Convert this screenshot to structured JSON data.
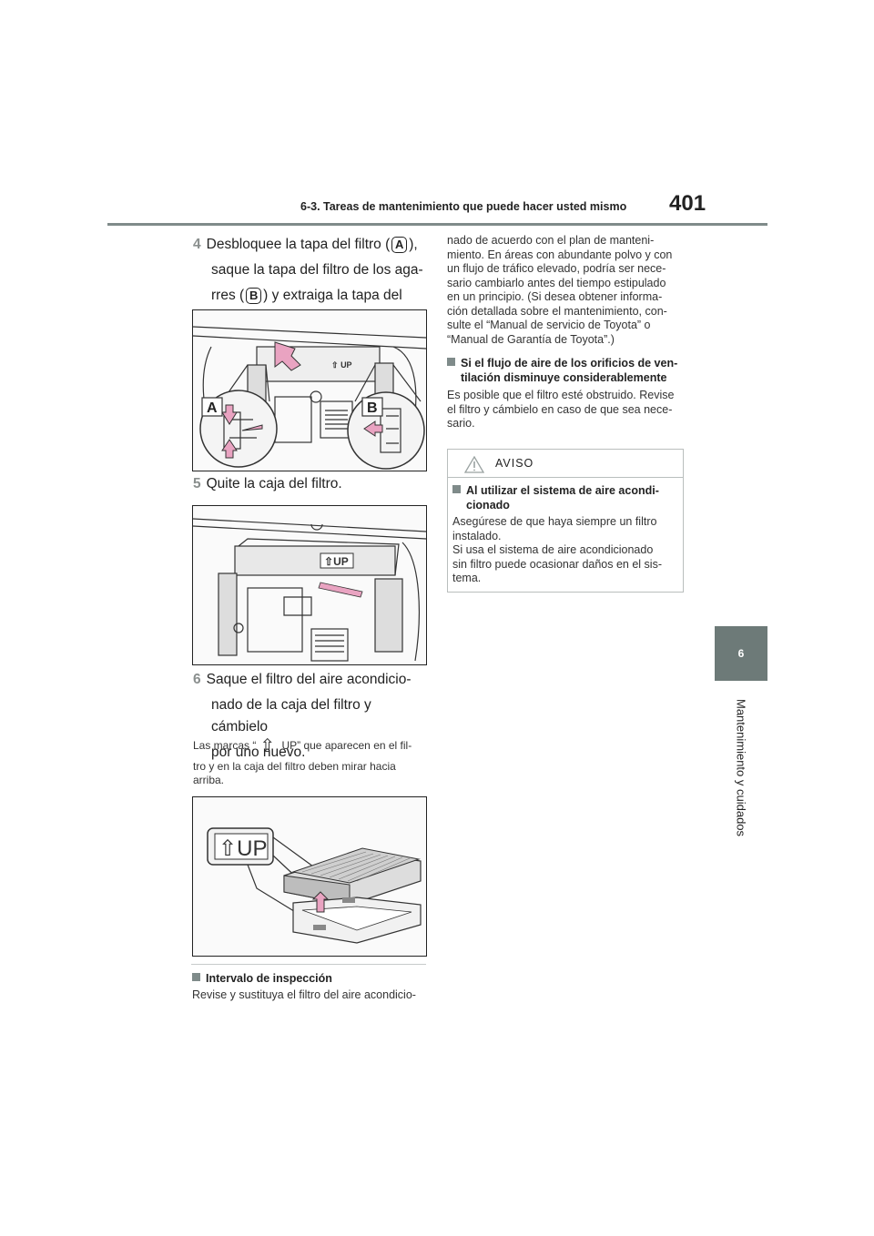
{
  "header": {
    "title": "6-3. Tareas de mantenimiento que puede hacer usted mismo",
    "page_number": "401"
  },
  "side_tab": {
    "number": "6",
    "label": "Mantenimiento y cuidados"
  },
  "left_column": {
    "step4": {
      "num": "4",
      "line1_a": "Desbloquee la tapa del filtro (",
      "label_a": "A",
      "line1_b": "),",
      "line2": "saque la tapa del filtro de los aga-",
      "line3_a": "rres (",
      "label_b": "B",
      "line3_b": ") y extraiga la tapa del filtro."
    },
    "figure1": {
      "label_a": "A",
      "label_b": "B",
      "up_text": "UP",
      "up_arrow": "⇧"
    },
    "step5": {
      "num": "5",
      "text": "Quite la caja del filtro."
    },
    "figure2": {
      "up_text": "UP",
      "up_arrow": "⇧"
    },
    "step6": {
      "num": "6",
      "line1": "Saque el filtro del aire acondicio-",
      "line2": "nado de la caja del filtro y cámbielo",
      "line3": "por uno nuevo."
    },
    "note": {
      "line1_a": "Las marcas “",
      "arrow": "⇧",
      "line1_b": " UP” que aparecen en el fil-",
      "line2": "tro y en la caja del filtro deben mirar hacia",
      "line3": "arriba."
    },
    "figure3": {
      "up_text": "UP",
      "up_arrow": "⇧"
    },
    "inspection": {
      "heading": "Intervalo de inspección",
      "text": "Revise y sustituya el filtro del aire acondicio-"
    }
  },
  "right_column": {
    "continuation": [
      "nado de acuerdo con el plan de manteni-",
      "miento. En áreas con abundante polvo y con",
      "un flujo de tráfico elevado, podría ser nece-",
      "sario cambiarlo antes del tiempo estipulado",
      "en un principio. (Si desea obtener informa-",
      "ción detallada sobre el mantenimiento, con-",
      "sulte el “Manual de servicio de Toyota” o",
      "“Manual de Garantía de Toyota”.)"
    ],
    "airflow": {
      "heading_line1": "Si el flujo de aire de los orificios de ven-",
      "heading_line2": "tilación disminuye considerablemente",
      "lines": [
        "Es posible que el filtro esté obstruido. Revise",
        "el filtro y cámbielo en caso de que sea nece-",
        "sario."
      ]
    },
    "aviso": {
      "title": "AVISO",
      "heading_line1": "Al utilizar el sistema de aire acondi-",
      "heading_line2": "cionado",
      "lines": [
        "Asegúrese de que haya siempre un filtro",
        "instalado.",
        "Si usa el sistema de aire acondicionado",
        "sin filtro puede ocasionar daños en el sis-",
        "tema."
      ]
    }
  },
  "colors": {
    "accent_gray": "#7f8b8a",
    "tab_bg": "#6d7a78",
    "highlight_pink": "#e9a3c1"
  }
}
